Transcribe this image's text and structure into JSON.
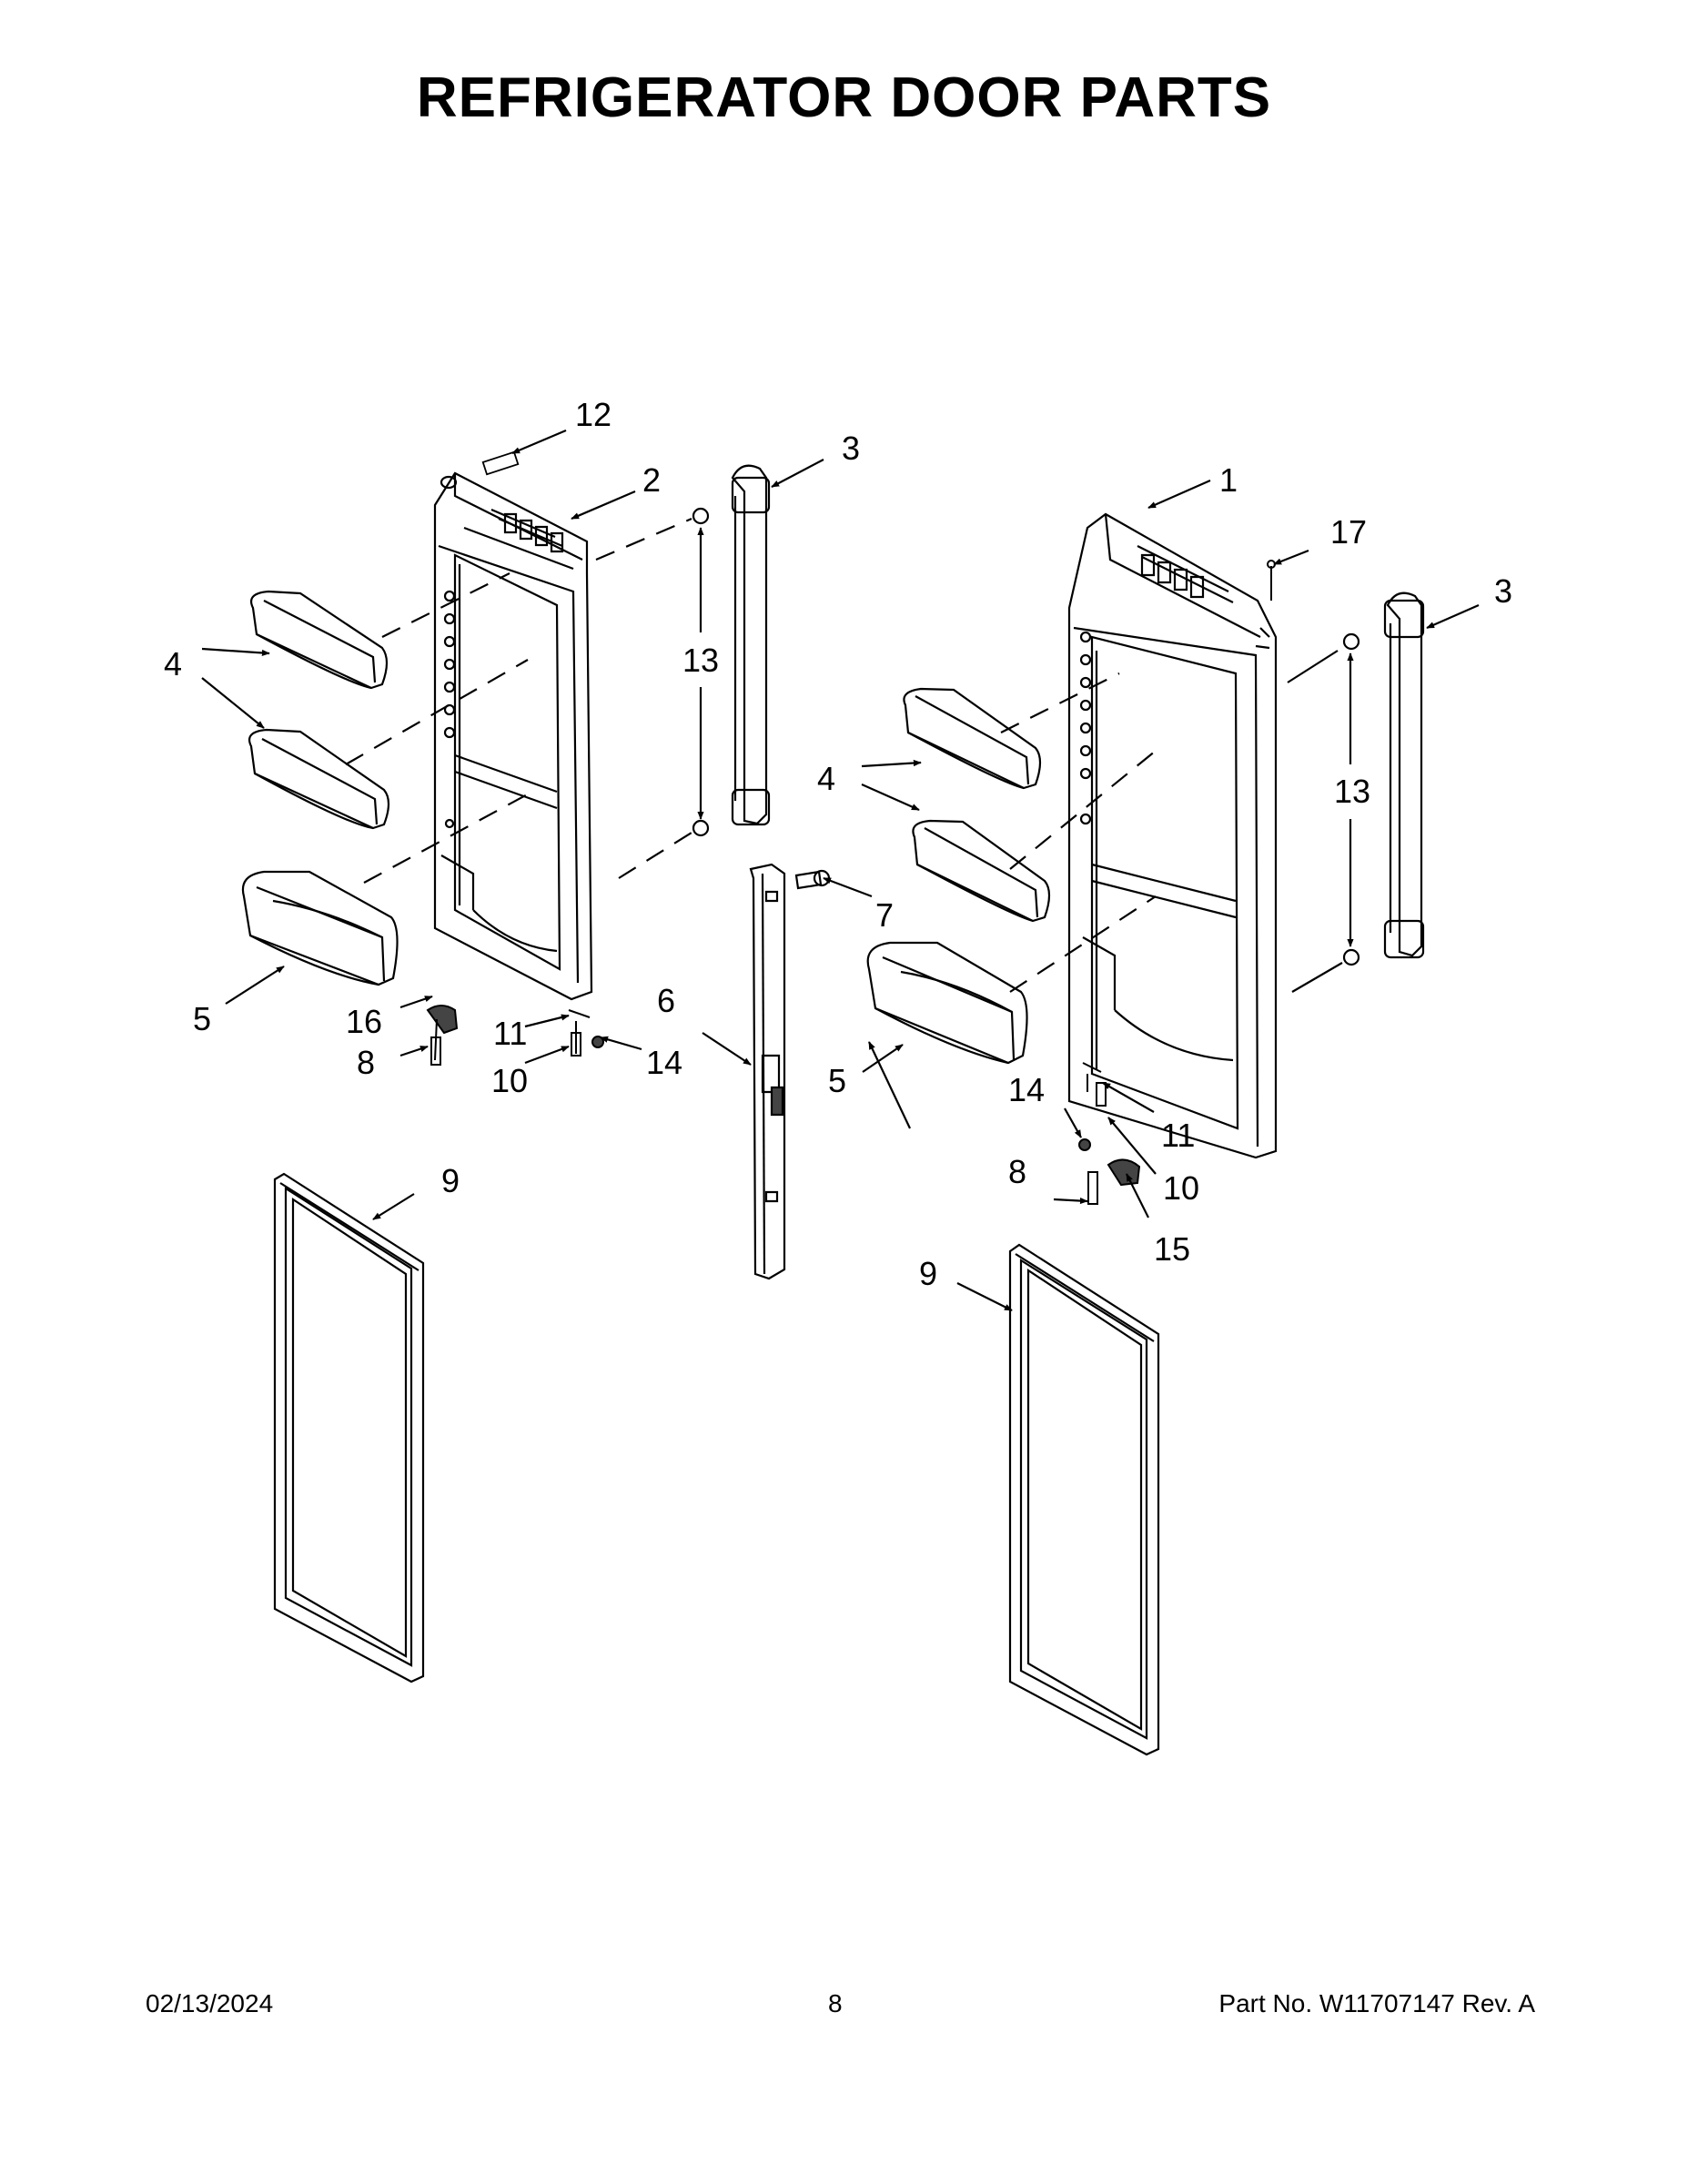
{
  "title": "REFRIGERATOR DOOR PARTS",
  "footer": {
    "date": "02/13/2024",
    "page": "8",
    "part_no": "Part No.  W11707147  Rev.  A"
  },
  "callouts": {
    "l12": "12",
    "l2": "2",
    "l3a": "3",
    "l1": "1",
    "l17": "17",
    "l3b": "3",
    "l4a": "4",
    "l13a": "13",
    "l4b": "4",
    "l13b": "13",
    "l7": "7",
    "l5a": "5",
    "l16": "16",
    "l6": "6",
    "l11a": "11",
    "l8a": "8",
    "l10a": "10",
    "l14a": "14",
    "l5b": "5",
    "l14b": "14",
    "l11b": "11",
    "l8b": "8",
    "l10b": "10",
    "l15": "15",
    "l9a": "9",
    "l9b": "9"
  }
}
